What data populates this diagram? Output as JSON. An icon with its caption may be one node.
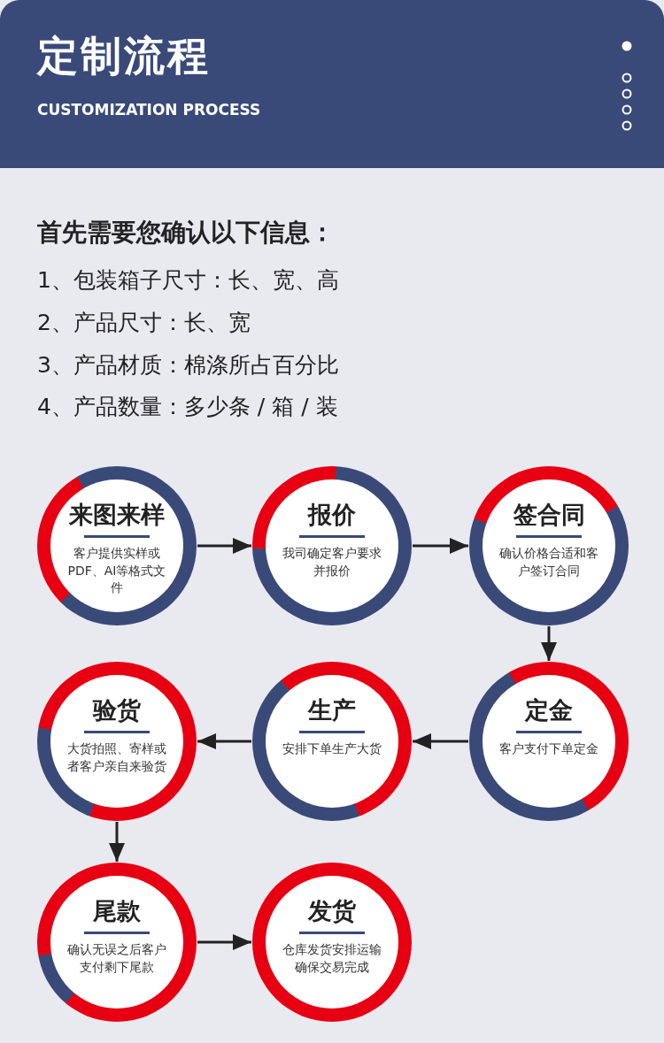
{
  "diagram": {
    "title": "定制流程",
    "nodes": [
      {
        "text": [
          "来图来样",
          "客户提供实样或 PDF、AI等格式文件"
        ]
      },
      {
        "text": [
          "报价",
          "我司确定客户要求并报价"
        ]
      },
      {
        "text": [
          "签合同",
          "确认价格合适和客户签订合同"
        ]
      },
      {
        "text": [
          "定金",
          "客户支付下单定金"
        ]
      },
      {
        "text": [
          "生产",
          "安排下单生产大货"
        ]
      },
      {
        "text": [
          "验货",
          "大货拍照、寄样或者客户亲自来验货"
        ]
      },
      {
        "text": [
          "尾款",
          "确认无误之后客户支付剩下尾款"
        ]
      },
      {
        "text": [
          "发货",
          "仓库发货安排运输确保交易完成"
        ]
      }
    ],
    "edges": [
      {
        "from": 0,
        "to": 1,
        "arrow": "to"
      },
      {
        "from": 1,
        "to": 2,
        "arrow": "to"
      },
      {
        "from": 2,
        "to": 3,
        "arrow": "to"
      },
      {
        "from": 3,
        "to": 4,
        "arrow": "to"
      },
      {
        "from": 4,
        "to": 5,
        "arrow": "to"
      },
      {
        "from": 5,
        "to": 6,
        "arrow": "to"
      },
      {
        "from": 6,
        "to": 7,
        "arrow": "to"
      }
    ],
    "labels": [
      "CUSTOMIZATION PROCESS",
      "首先需要您确认以下信息：",
      "1、包装箱子尺寸：长、宽、高",
      "2、产品尺寸：长、宽",
      "3、产品材质：棉涤所占百分比",
      "4、产品数量：多少条 / 箱 / 装"
    ]
  }
}
